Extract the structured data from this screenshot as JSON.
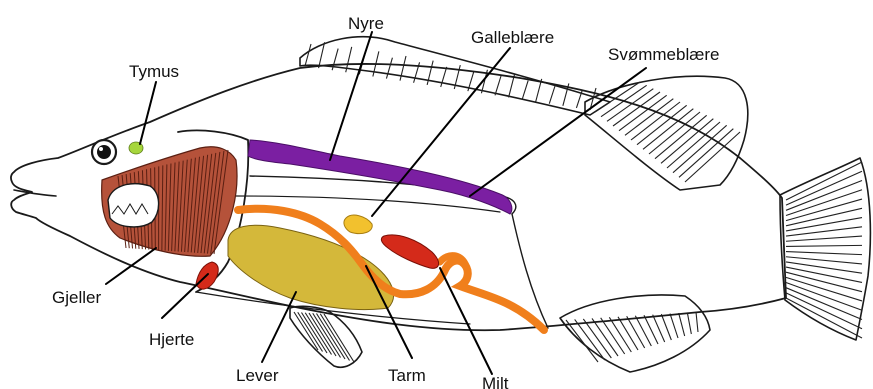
{
  "diagram": {
    "labels": {
      "tymus": "Tymus",
      "nyre": "Nyre",
      "galleblaere": "Galleblære",
      "svommeblaere": "Svømmeblære",
      "gjeller": "Gjeller",
      "hjerte": "Hjerte",
      "lever": "Lever",
      "tarm": "Tarm",
      "milt": "Milt"
    },
    "colors": {
      "outline": "#1a1a1a",
      "kidney": "#7b1fa2",
      "gills": "#b5523a",
      "liver": "#d4b83a",
      "intestine": "#f07f1c",
      "gallbladder": "#f2c12e",
      "spleen": "#d42a1a",
      "heart": "#d42a1a",
      "thymus": "#a6d63c",
      "background": "#ffffff"
    }
  }
}
